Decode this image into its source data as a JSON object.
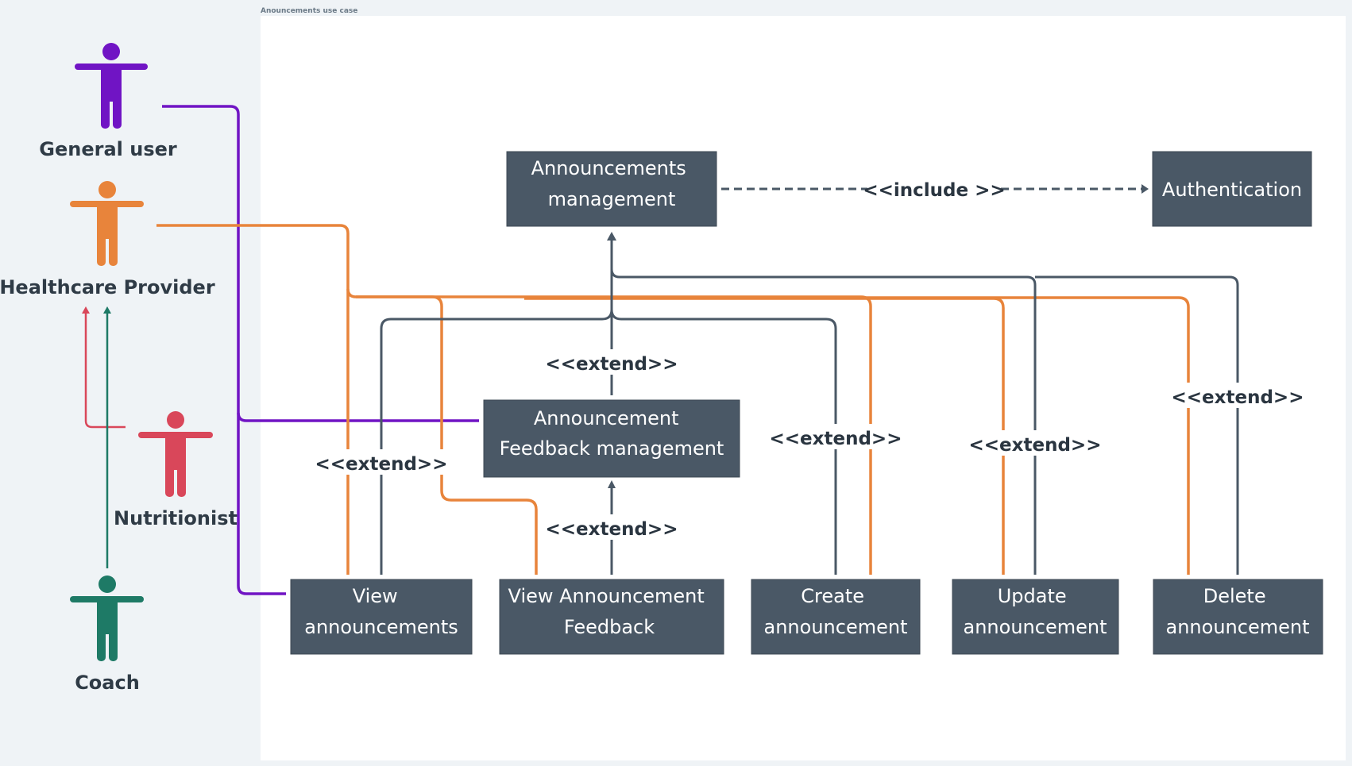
{
  "frame": {
    "title": "Anouncements use case"
  },
  "colors": {
    "background": "#eff3f6",
    "frame": "#ffffff",
    "use_case_box": "#4a5866",
    "connector_dark": "#4a5866",
    "general_user": "#7014c4",
    "healthcare_provider": "#e8843b",
    "nutritionist": "#d9475a",
    "coach": "#1e7a66"
  },
  "actors": {
    "general_user": "General user",
    "healthcare_provider": "Healthcare Provider",
    "nutritionist": "Nutritionist",
    "coach": "Coach"
  },
  "use_cases": {
    "announcements_management": [
      "Announcements",
      "management"
    ],
    "authentication": [
      "Authentication"
    ],
    "feedback_management": [
      "Announcement",
      "Feedback management"
    ],
    "view_announcements": [
      "View",
      "announcements"
    ],
    "view_feedback": [
      "View Announcement",
      "Feedback"
    ],
    "create_announcement": [
      "Create",
      "announcement"
    ],
    "update_announcement": [
      "Update",
      "announcement"
    ],
    "delete_announcement": [
      "Delete",
      "announcement"
    ]
  },
  "relations": {
    "include": "<<include >>",
    "extend_feedback_mgmt": "<<extend>>",
    "extend_view": "<<extend>>",
    "extend_view_feedback": "<<extend>>",
    "extend_create": "<<extend>>",
    "extend_update": "<<extend>>",
    "extend_delete": "<<extend>>"
  }
}
